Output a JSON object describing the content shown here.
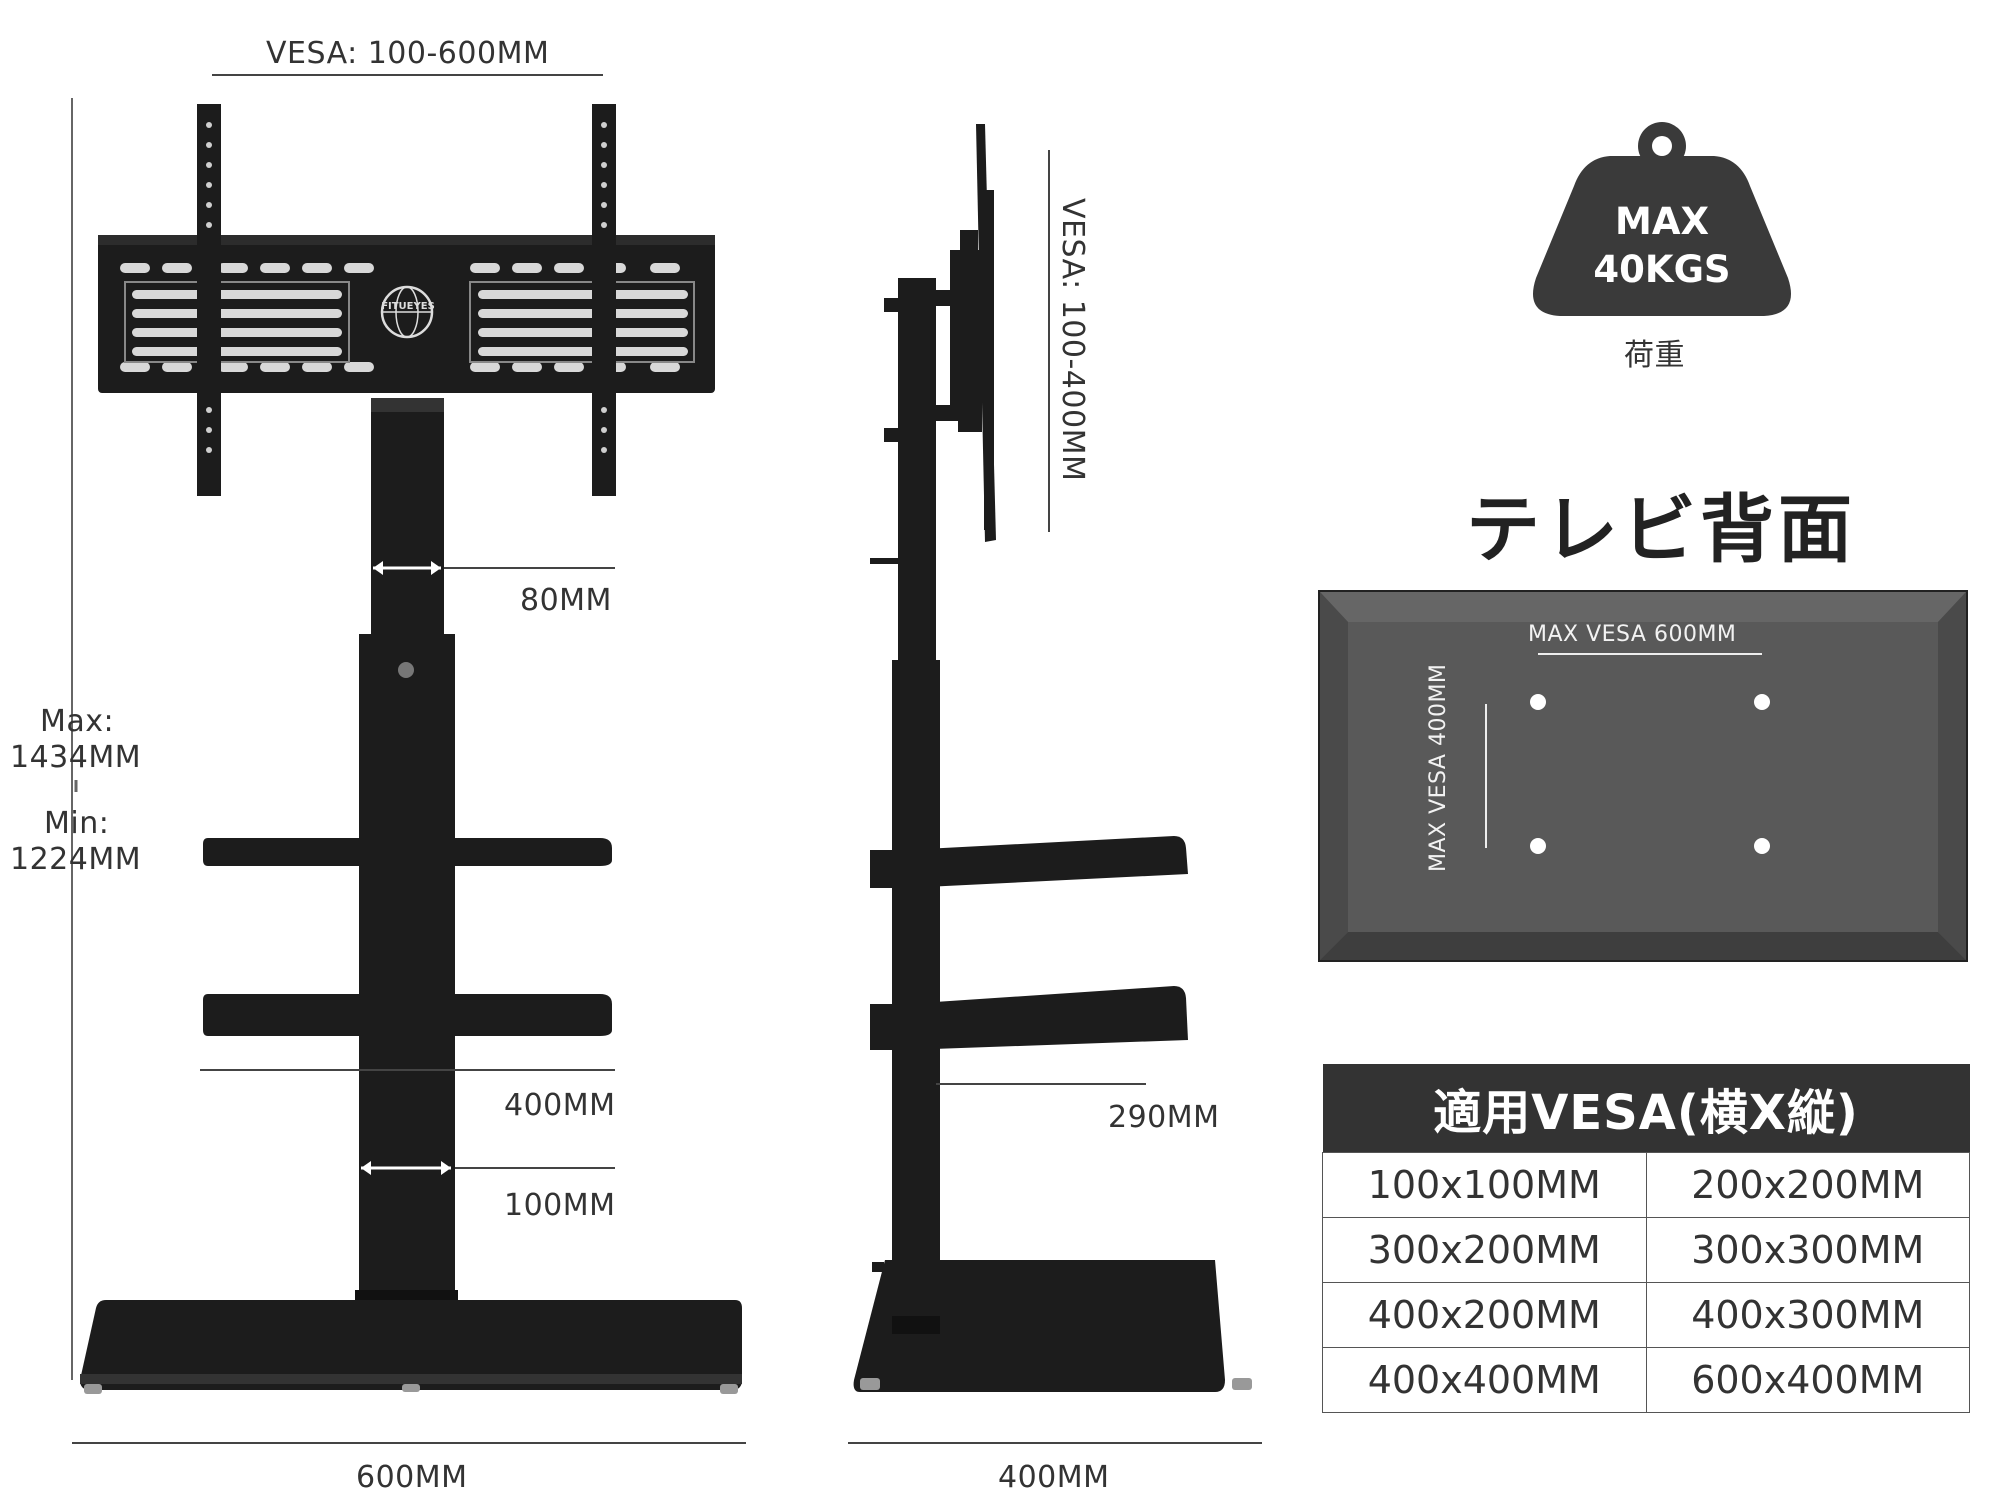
{
  "front_view": {
    "vesa_label": "VESA: 100-600MM",
    "logo_text": "FITUEYES",
    "column_width_top": "80MM",
    "shelf_width": "400MM",
    "column_width_bottom": "100MM",
    "base_width": "600MM",
    "height_max_label": "Max:",
    "height_max_value": "1434MM",
    "height_min_label": "Min:",
    "height_min_value": "1224MM"
  },
  "side_view": {
    "vesa_vertical_label": "VESA: 100-400MM",
    "shelf_depth": "290MM",
    "base_depth": "400MM"
  },
  "weight_badge": {
    "line1": "MAX",
    "line2": "40KGS",
    "caption": "荷重"
  },
  "tv_back": {
    "heading": "テレビ背面",
    "max_vesa_horizontal": "MAX VESA 600MM",
    "max_vesa_vertical": "MAX VESA 400MM"
  },
  "vesa_table": {
    "header": "適用VESA(横X縦)",
    "rows": [
      [
        "100x100MM",
        "200x200MM"
      ],
      [
        "300x200MM",
        "300x300MM"
      ],
      [
        "400x200MM",
        "400x300MM"
      ],
      [
        "400x400MM",
        "600x400MM"
      ]
    ]
  },
  "colors": {
    "product_black": "#1c1c1c",
    "badge_gray": "#3a3a3a",
    "panel_gray": "#555555",
    "table_header": "#333333"
  }
}
